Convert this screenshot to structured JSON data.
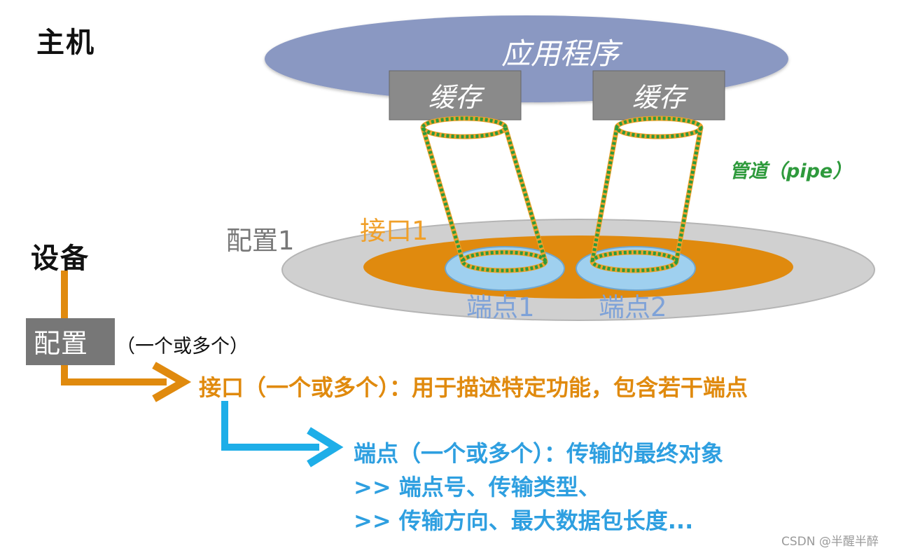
{
  "host_label": "主机",
  "device_label": "设备",
  "application": {
    "label": "应用程序"
  },
  "buffers": [
    {
      "label": "缓存"
    },
    {
      "label": "缓存"
    }
  ],
  "pipe_label": "管道（pipe）",
  "configuration": {
    "label": "配置1"
  },
  "interface": {
    "label": "接口1"
  },
  "endpoints": [
    {
      "label": "端点1"
    },
    {
      "label": "端点2"
    }
  ],
  "hierarchy": {
    "config_box": "配置",
    "config_count": "（一个或多个）",
    "interface_line": "接口（一个或多个）：用于描述特定功能，包含若干端点",
    "endpoint_line": "端点（一个或多个）：传输的最终对象",
    "detail_line_1": ">> 端点号、传输类型、",
    "detail_line_2": ">> 传输方向、最大数据包长度..."
  },
  "watermark": "CSDN @半醒半醉",
  "colors": {
    "application_fill": "#8a98c2",
    "buffer_fill": "#8a8a8a",
    "config_fill": "#d0d0d0",
    "interface_fill": "#e08a0e",
    "endpoint_fill": "#9fd0ef",
    "pipe_green": "#2e9a3c",
    "pipe_orange": "#f0a22a",
    "device_arrow_orange": "#e08a0e",
    "endpoint_arrow_blue": "#1eaee8",
    "config_text_gray": "#777777",
    "interface_text_orange": "#f0a02a",
    "endpoint_text_blue": "#7ea2d8"
  },
  "icons": {
    "device_to_interface": "orange-elbow-arrow",
    "interface_to_endpoint": "blue-elbow-arrow"
  }
}
